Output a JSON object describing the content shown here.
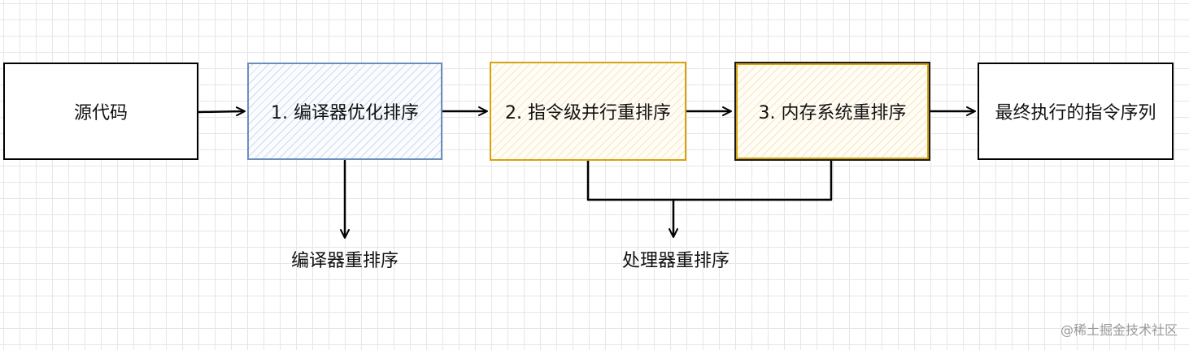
{
  "nodes": {
    "source_code": "源代码",
    "compiler_opt": "1. 编译器优化排序",
    "ilp_reorder": "2. 指令级并行重排序",
    "memory_reorder": "3. 内存系统重排序",
    "final_sequence": "最终执行的指令序列"
  },
  "labels": {
    "compiler_reorder": "编译器重排序",
    "processor_reorder": "处理器重排序"
  },
  "colors": {
    "blue_stroke": "#6c8ebf",
    "gold_stroke": "#d6a30d",
    "line": "#000000"
  },
  "watermark": "@稀土掘金技术社区"
}
